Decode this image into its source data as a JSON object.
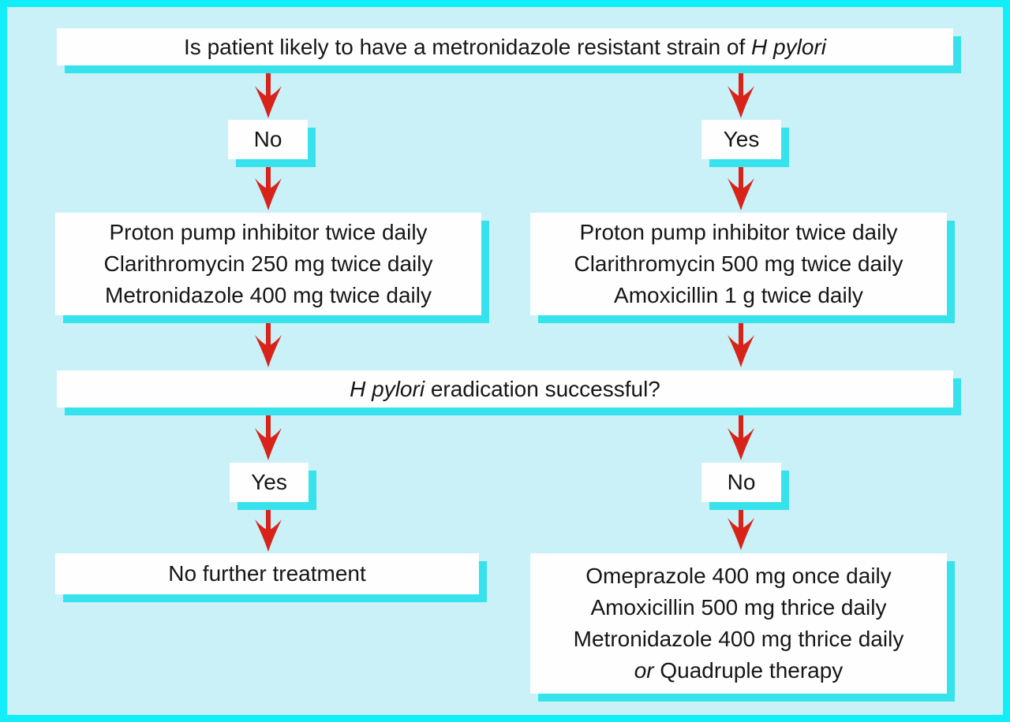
{
  "colors": {
    "background": "#c9f1f7",
    "frame": "#12eef8",
    "box_fill": "#fdfefd",
    "box_shadow": "#36e3ed",
    "arrow_red": "#d8231b",
    "text": "#161616"
  },
  "flowchart": {
    "title": {
      "text_before_italic": "Is patient likely to have a metronidazole resistant strain of ",
      "italic": "H pylori"
    },
    "decision1": {
      "left_label": "No",
      "right_label": "Yes"
    },
    "left_treatment": {
      "lines": [
        "Proton pump inhibitor twice daily",
        "Clarithromycin 250 mg twice daily",
        "Metronidazole 400 mg twice daily"
      ]
    },
    "right_treatment": {
      "lines": [
        "Proton pump inhibitor twice daily",
        "Clarithromycin 500 mg twice daily",
        "Amoxicillin 1 g twice daily"
      ]
    },
    "question": {
      "italic": "H pylori",
      "text_after_italic": " eradication successful?"
    },
    "decision2": {
      "left_label": "Yes",
      "right_label": "No"
    },
    "outcome_left": "No further treatment",
    "outcome_right": {
      "lines": [
        "Omeprazole 400 mg once daily",
        "Amoxicillin 500 mg thrice daily",
        "Metronidazole 400 mg thrice daily"
      ],
      "last_line_italic": "or",
      "last_line_after_italic": " Quadruple therapy"
    }
  }
}
